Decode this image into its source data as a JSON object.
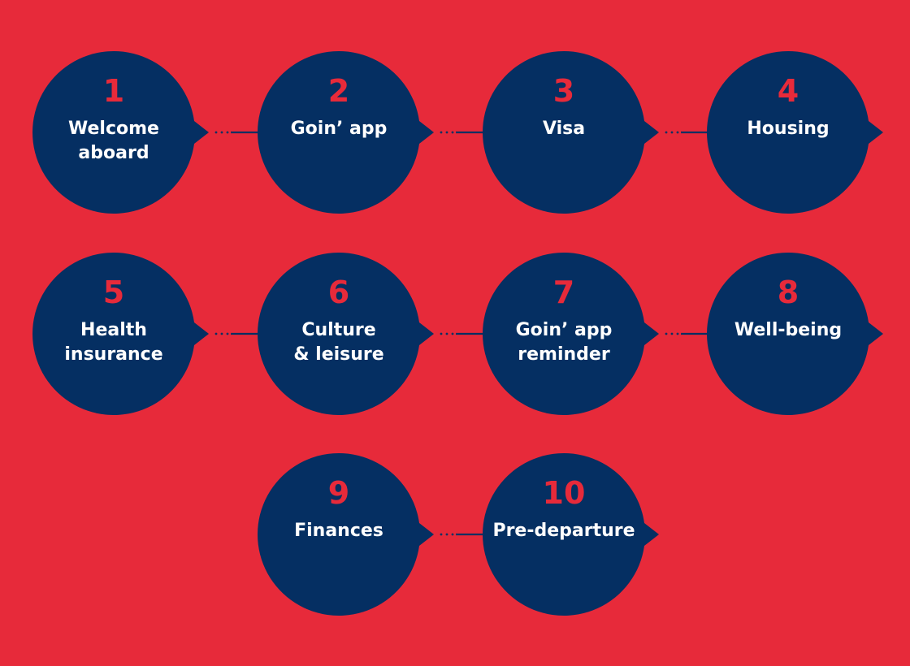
{
  "colors": {
    "background": "#e72a3a",
    "bubble": "#052f62",
    "number": "#e72a3a",
    "label": "#ffffff",
    "connector": "#052f62"
  },
  "steps": [
    {
      "number": "1",
      "lines": [
        "Welcome",
        "aboard"
      ]
    },
    {
      "number": "2",
      "lines": [
        "Goin’ app"
      ]
    },
    {
      "number": "3",
      "lines": [
        "Visa"
      ]
    },
    {
      "number": "4",
      "lines": [
        "Housing"
      ]
    },
    {
      "number": "5",
      "lines": [
        "Health",
        "insurance"
      ]
    },
    {
      "number": "6",
      "lines": [
        "Culture",
        "& leisure"
      ]
    },
    {
      "number": "7",
      "lines": [
        "Goin’ app",
        "reminder"
      ]
    },
    {
      "number": "8",
      "lines": [
        "Well-being"
      ]
    },
    {
      "number": "9",
      "lines": [
        "Finances"
      ]
    },
    {
      "number": "10",
      "lines": [
        "Pre-departure"
      ]
    }
  ]
}
